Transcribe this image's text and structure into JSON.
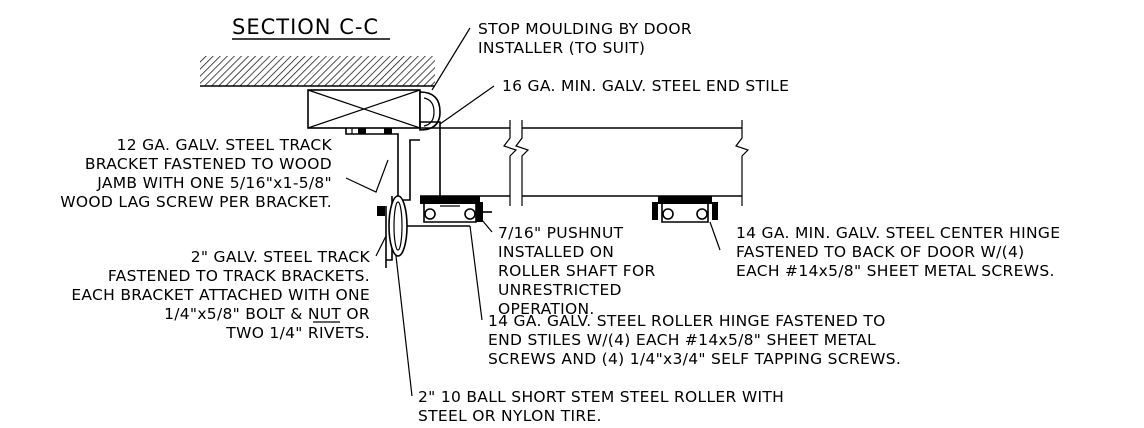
{
  "title": "SECTION C-C",
  "notes": {
    "stop_moulding": [
      "STOP MOULDING BY DOOR",
      "INSTALLER (TO SUIT)"
    ],
    "end_stile": [
      "16 GA. MIN. GALV. STEEL END STILE"
    ],
    "track_bracket": [
      "12 GA. GALV. STEEL TRACK",
      "BRACKET FASTENED TO WOOD",
      "JAMB WITH ONE 5/16\"x1-5/8\"",
      "WOOD LAG SCREW PER BRACKET."
    ],
    "pushnut": [
      "7/16\" PUSHNUT",
      "INSTALLED ON",
      "ROLLER SHAFT FOR",
      "UNRESTRICTED",
      "OPERATION."
    ],
    "center_hinge": [
      "14 GA. MIN. GALV. STEEL CENTER HINGE",
      "FASTENED TO BACK OF DOOR W/(4)",
      "EACH #14x5/8\" SHEET METAL SCREWS."
    ],
    "track": [
      "2\" GALV. STEEL TRACK",
      "FASTENED TO TRACK BRACKETS.",
      "EACH BRACKET ATTACHED WITH ONE",
      "1/4\"x5/8\" BOLT & NUT OR",
      "TWO 1/4\" RIVETS."
    ],
    "roller_hinge": [
      "14 GA. GALV. STEEL ROLLER HINGE FASTENED TO",
      "END STILES W/(4) EACH #14x5/8\" SHEET METAL",
      "SCREWS AND (4) 1/4\"x3/4\" SELF TAPPING SCREWS."
    ],
    "roller": [
      "2\" 10 BALL SHORT STEM STEEL ROLLER WITH",
      "STEEL OR NYLON TIRE."
    ]
  }
}
